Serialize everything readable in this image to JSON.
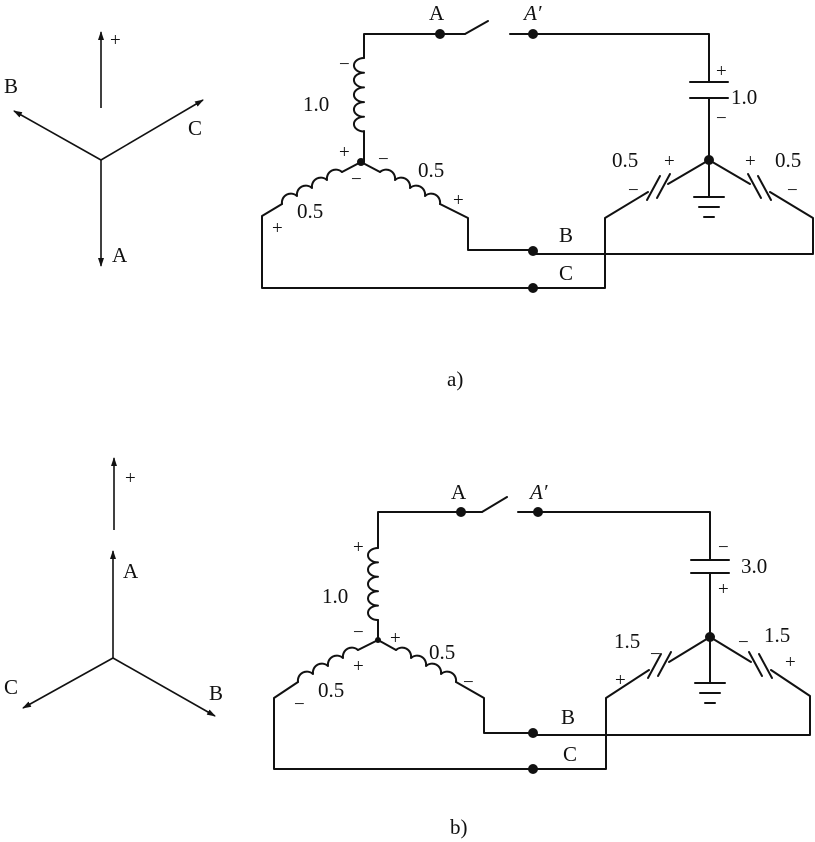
{
  "diagram_a": {
    "caption": "a)",
    "phasor": {
      "plus": "+",
      "a": "A",
      "b": "B",
      "c": "C"
    },
    "switch": {
      "from": "A",
      "to": "A′"
    },
    "gen_inductor_a": {
      "value": "1.0",
      "top_sign": "−",
      "bottom_sign": "+"
    },
    "gen_inductor_b": {
      "value": "0.5",
      "left_sign": "−",
      "right_sign": "+"
    },
    "gen_inductor_c": {
      "value": "0.5",
      "left_sign": "+",
      "right_sign": "−"
    },
    "load_cap_a": {
      "value": "1.0",
      "top_sign": "+",
      "bottom_sign": "−"
    },
    "load_cap_left": {
      "value": "0.5",
      "top_sign": "+",
      "bottom_sign": "−"
    },
    "load_cap_right": {
      "value": "0.5",
      "top_sign": "+",
      "bottom_sign": "−"
    },
    "bus_b": "B",
    "bus_c": "C"
  },
  "diagram_b": {
    "caption": "b)",
    "phasor": {
      "plus": "+",
      "a": "A",
      "b": "B",
      "c": "C"
    },
    "switch": {
      "from": "A",
      "to": "A′"
    },
    "gen_inductor_a": {
      "value": "1.0",
      "top_sign": "+",
      "bottom_sign": "−"
    },
    "gen_inductor_b": {
      "value": "0.5",
      "left_sign": "+",
      "right_sign": "−"
    },
    "gen_inductor_c": {
      "value": "0.5",
      "left_sign": "−",
      "right_sign": "+"
    },
    "load_cap_a": {
      "value": "3.0",
      "top_sign": "−",
      "bottom_sign": "+"
    },
    "load_cap_left": {
      "value": "1.5",
      "top_sign": "−",
      "bottom_sign": "+"
    },
    "load_cap_right": {
      "value": "1.5",
      "top_sign": "−",
      "bottom_sign": "+"
    },
    "bus_b": "B",
    "bus_c": "C"
  }
}
